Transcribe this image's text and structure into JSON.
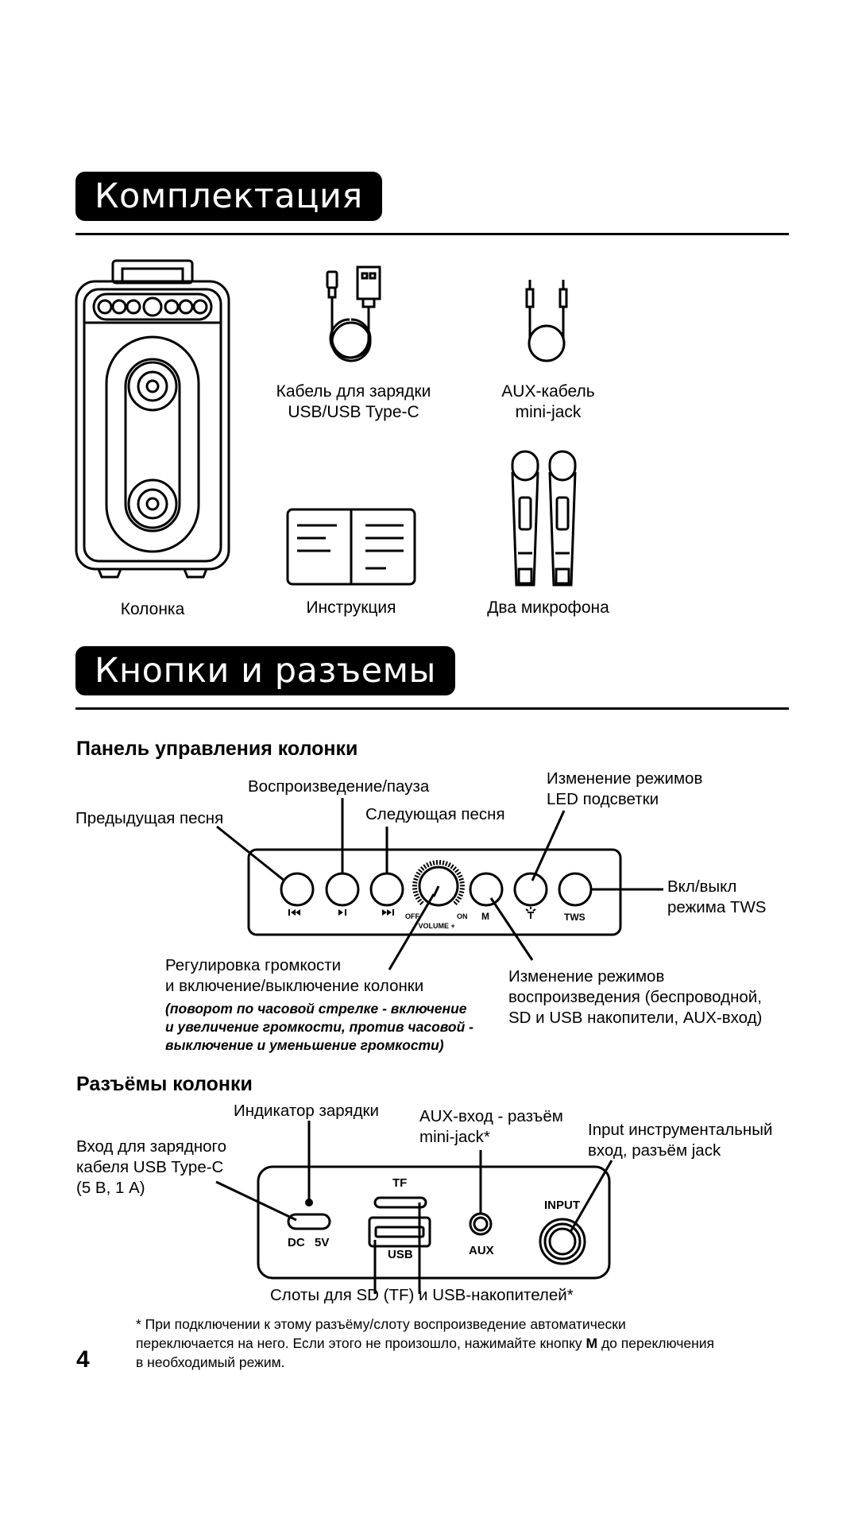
{
  "section1": {
    "title": "Комплектация",
    "items": [
      {
        "label": "Колонка"
      },
      {
        "label_line1": "Кабель для зарядки",
        "label_line2": "USB/USB Type-C"
      },
      {
        "label_line1": "AUX-кабель",
        "label_line2": "mini-jack"
      },
      {
        "label": "Инструкция"
      },
      {
        "label": "Два микрофона"
      }
    ]
  },
  "section2": {
    "title": "Кнопки и разъемы",
    "panel": {
      "subtitle": "Панель управления колонки",
      "play_pause": "Воспроизведение/пауза",
      "prev": "Предыдущая песня",
      "next": "Следующая песня",
      "led_line1": "Изменение режимов",
      "led_line2": "LED подсветки",
      "tws_line1": "Вкл/выкл",
      "tws_line2": "режима TWS",
      "volume_line1": "Регулировка громкости",
      "volume_line2": "и включение/выключение колонки",
      "volume_note1": "(поворот по часовой стрелке - включение",
      "volume_note2": "и увеличение громкости, против часовой -",
      "volume_note3": "выключение и уменьшение громкости)",
      "mode_line1": "Изменение режимов",
      "mode_line2": "воспроизведения (беспроводной,",
      "mode_line3": "SD и USB накопители, AUX-вход)",
      "device_labels": {
        "off": "OFF",
        "on": "ON",
        "volume": "- VOLUME +",
        "m": "M",
        "tws": "TWS"
      }
    },
    "ports": {
      "subtitle": "Разъёмы колонки",
      "charge_indicator": "Индикатор зарядки",
      "usbc_line1": "Вход для зарядного",
      "usbc_line2": "кабеля USB Type-C",
      "usbc_line3": "(5 В, 1 А)",
      "aux_line1": "AUX-вход - разъём",
      "aux_line2": "mini-jack*",
      "input_line1": "Input инструментальный",
      "input_line2": "вход, разъём jack",
      "slots": "Слоты для SD (TF) и USB-накопителей*",
      "device_labels": {
        "dc": "DC",
        "v5": "5V",
        "tf": "TF",
        "usb": "USB",
        "aux": "AUX",
        "input": "INPUT"
      }
    },
    "footnote_line1": "* При подключении к этому разъёму/слоту воспроизведение автоматически",
    "footnote_line2a": "переключается на него. Если этого не произошло, нажимайте кнопку ",
    "footnote_bold": "M",
    "footnote_line2b": " до переключения",
    "footnote_line3": "в необходимый режим."
  },
  "page_number": "4"
}
